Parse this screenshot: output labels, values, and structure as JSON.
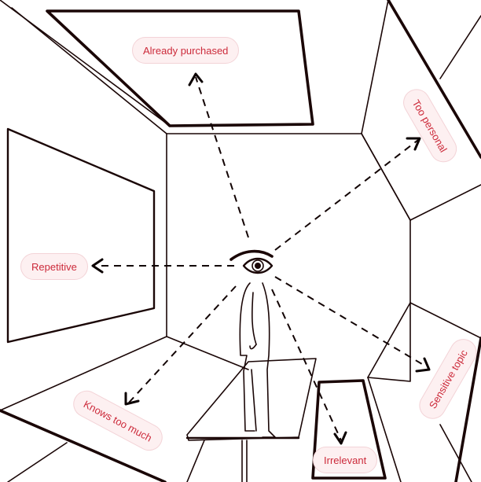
{
  "illustration": {
    "description": "Hand-drawn sketch of a figure standing on a table inside a room with perspective walls; a large eye emits dashed arrows toward labeled reasons",
    "colors": {
      "line": "#1a0606",
      "label_text": "#cc2a3a",
      "label_bg": "#fdf0f1",
      "label_border": "#f3d3d7",
      "background": "#ffffff"
    },
    "center_icon": "eye-icon",
    "labels": [
      {
        "id": "already-purchased",
        "text": "Already purchased",
        "rotation_deg": 0
      },
      {
        "id": "too-personal",
        "text": "Too personal",
        "rotation_deg": 60
      },
      {
        "id": "repetitive",
        "text": "Repetitive",
        "rotation_deg": 0
      },
      {
        "id": "sensitive-topic",
        "text": "Sensitive topic",
        "rotation_deg": -60
      },
      {
        "id": "knows-too-much",
        "text": "Knows too much",
        "rotation_deg": 28
      },
      {
        "id": "irrelevant",
        "text": "Irrelevant",
        "rotation_deg": 0
      }
    ]
  }
}
